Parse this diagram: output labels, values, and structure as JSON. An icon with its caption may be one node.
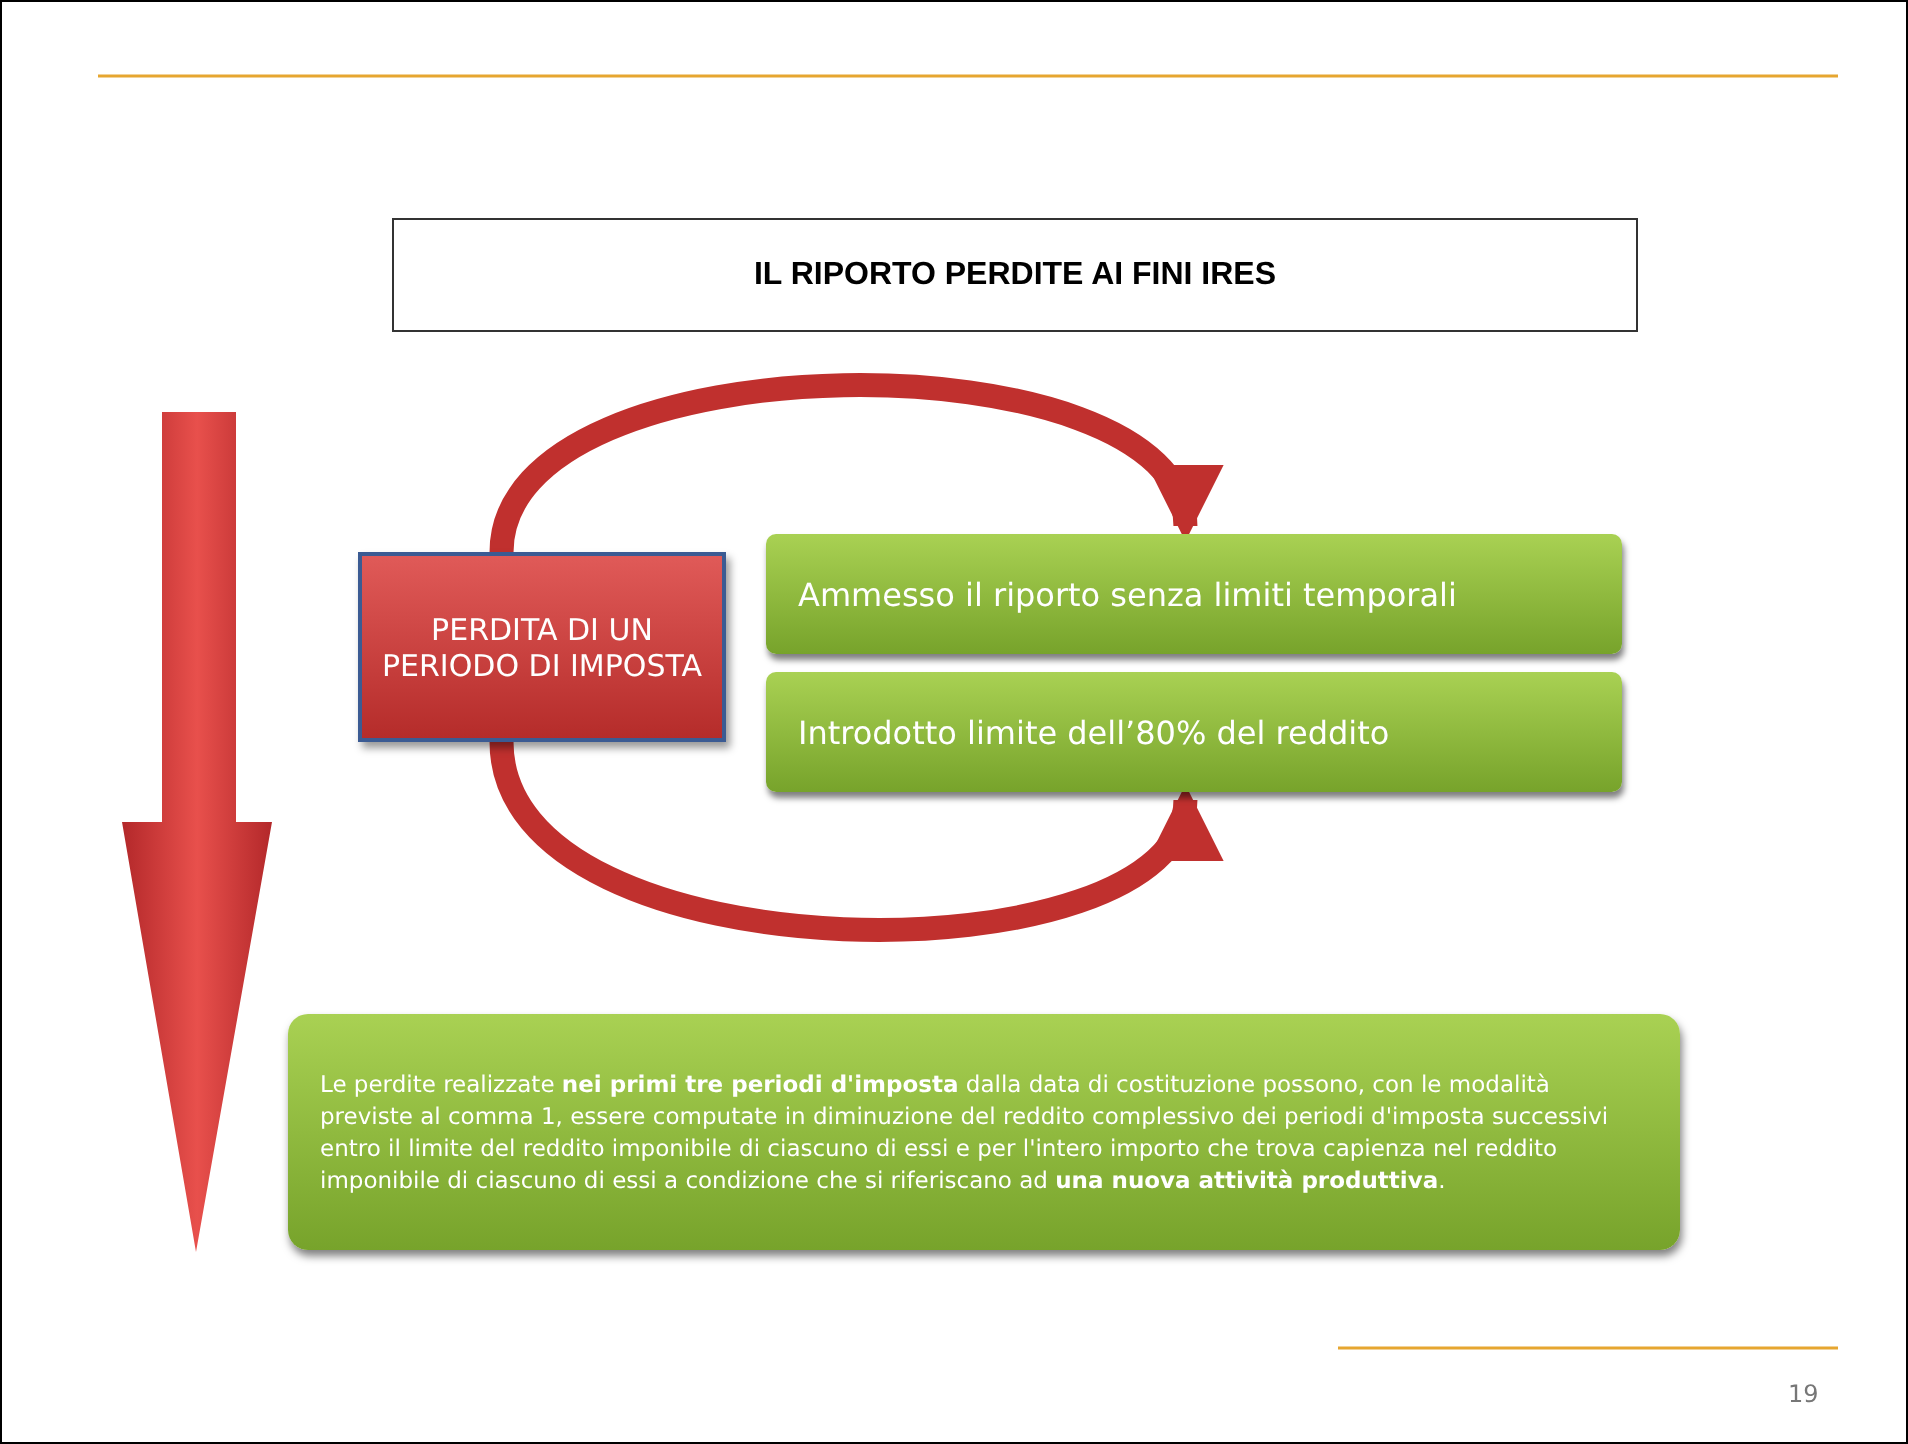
{
  "diagram": {
    "nodes": [
      {
        "text": [
          "IL RIPORTO PERDITE AI FINI IRES"
        ]
      },
      {
        "text": [
          "PERDITA DI UN PERIODO DI IMPOSTA"
        ]
      },
      {
        "text": [
          "Ammesso il riporto senza limiti temporali"
        ]
      },
      {
        "text": [
          "Introdotto limite dell’80% del reddito"
        ]
      },
      {
        "text": [
          "Le perdite realizzate **nei primi tre periodi d'imposta** dalla data di costituzione possono, con le modalità previste al comma 1, essere computate in diminuzione del reddito complessivo dei periodi d'imposta successivi entro il limite del reddito imponibile di ciascuno di essi e per l'intero importo che trova capienza nel reddito imponibile di ciascuno di essi a condizione che si riferiscano ad **una nuova attività produttiva**."
        ]
      }
    ],
    "edges": [
      {
        "from": 1,
        "to": 2,
        "arrow": "to"
      },
      {
        "from": 1,
        "to": 3,
        "arrow": "to"
      }
    ],
    "labels": [
      "19"
    ]
  }
}
